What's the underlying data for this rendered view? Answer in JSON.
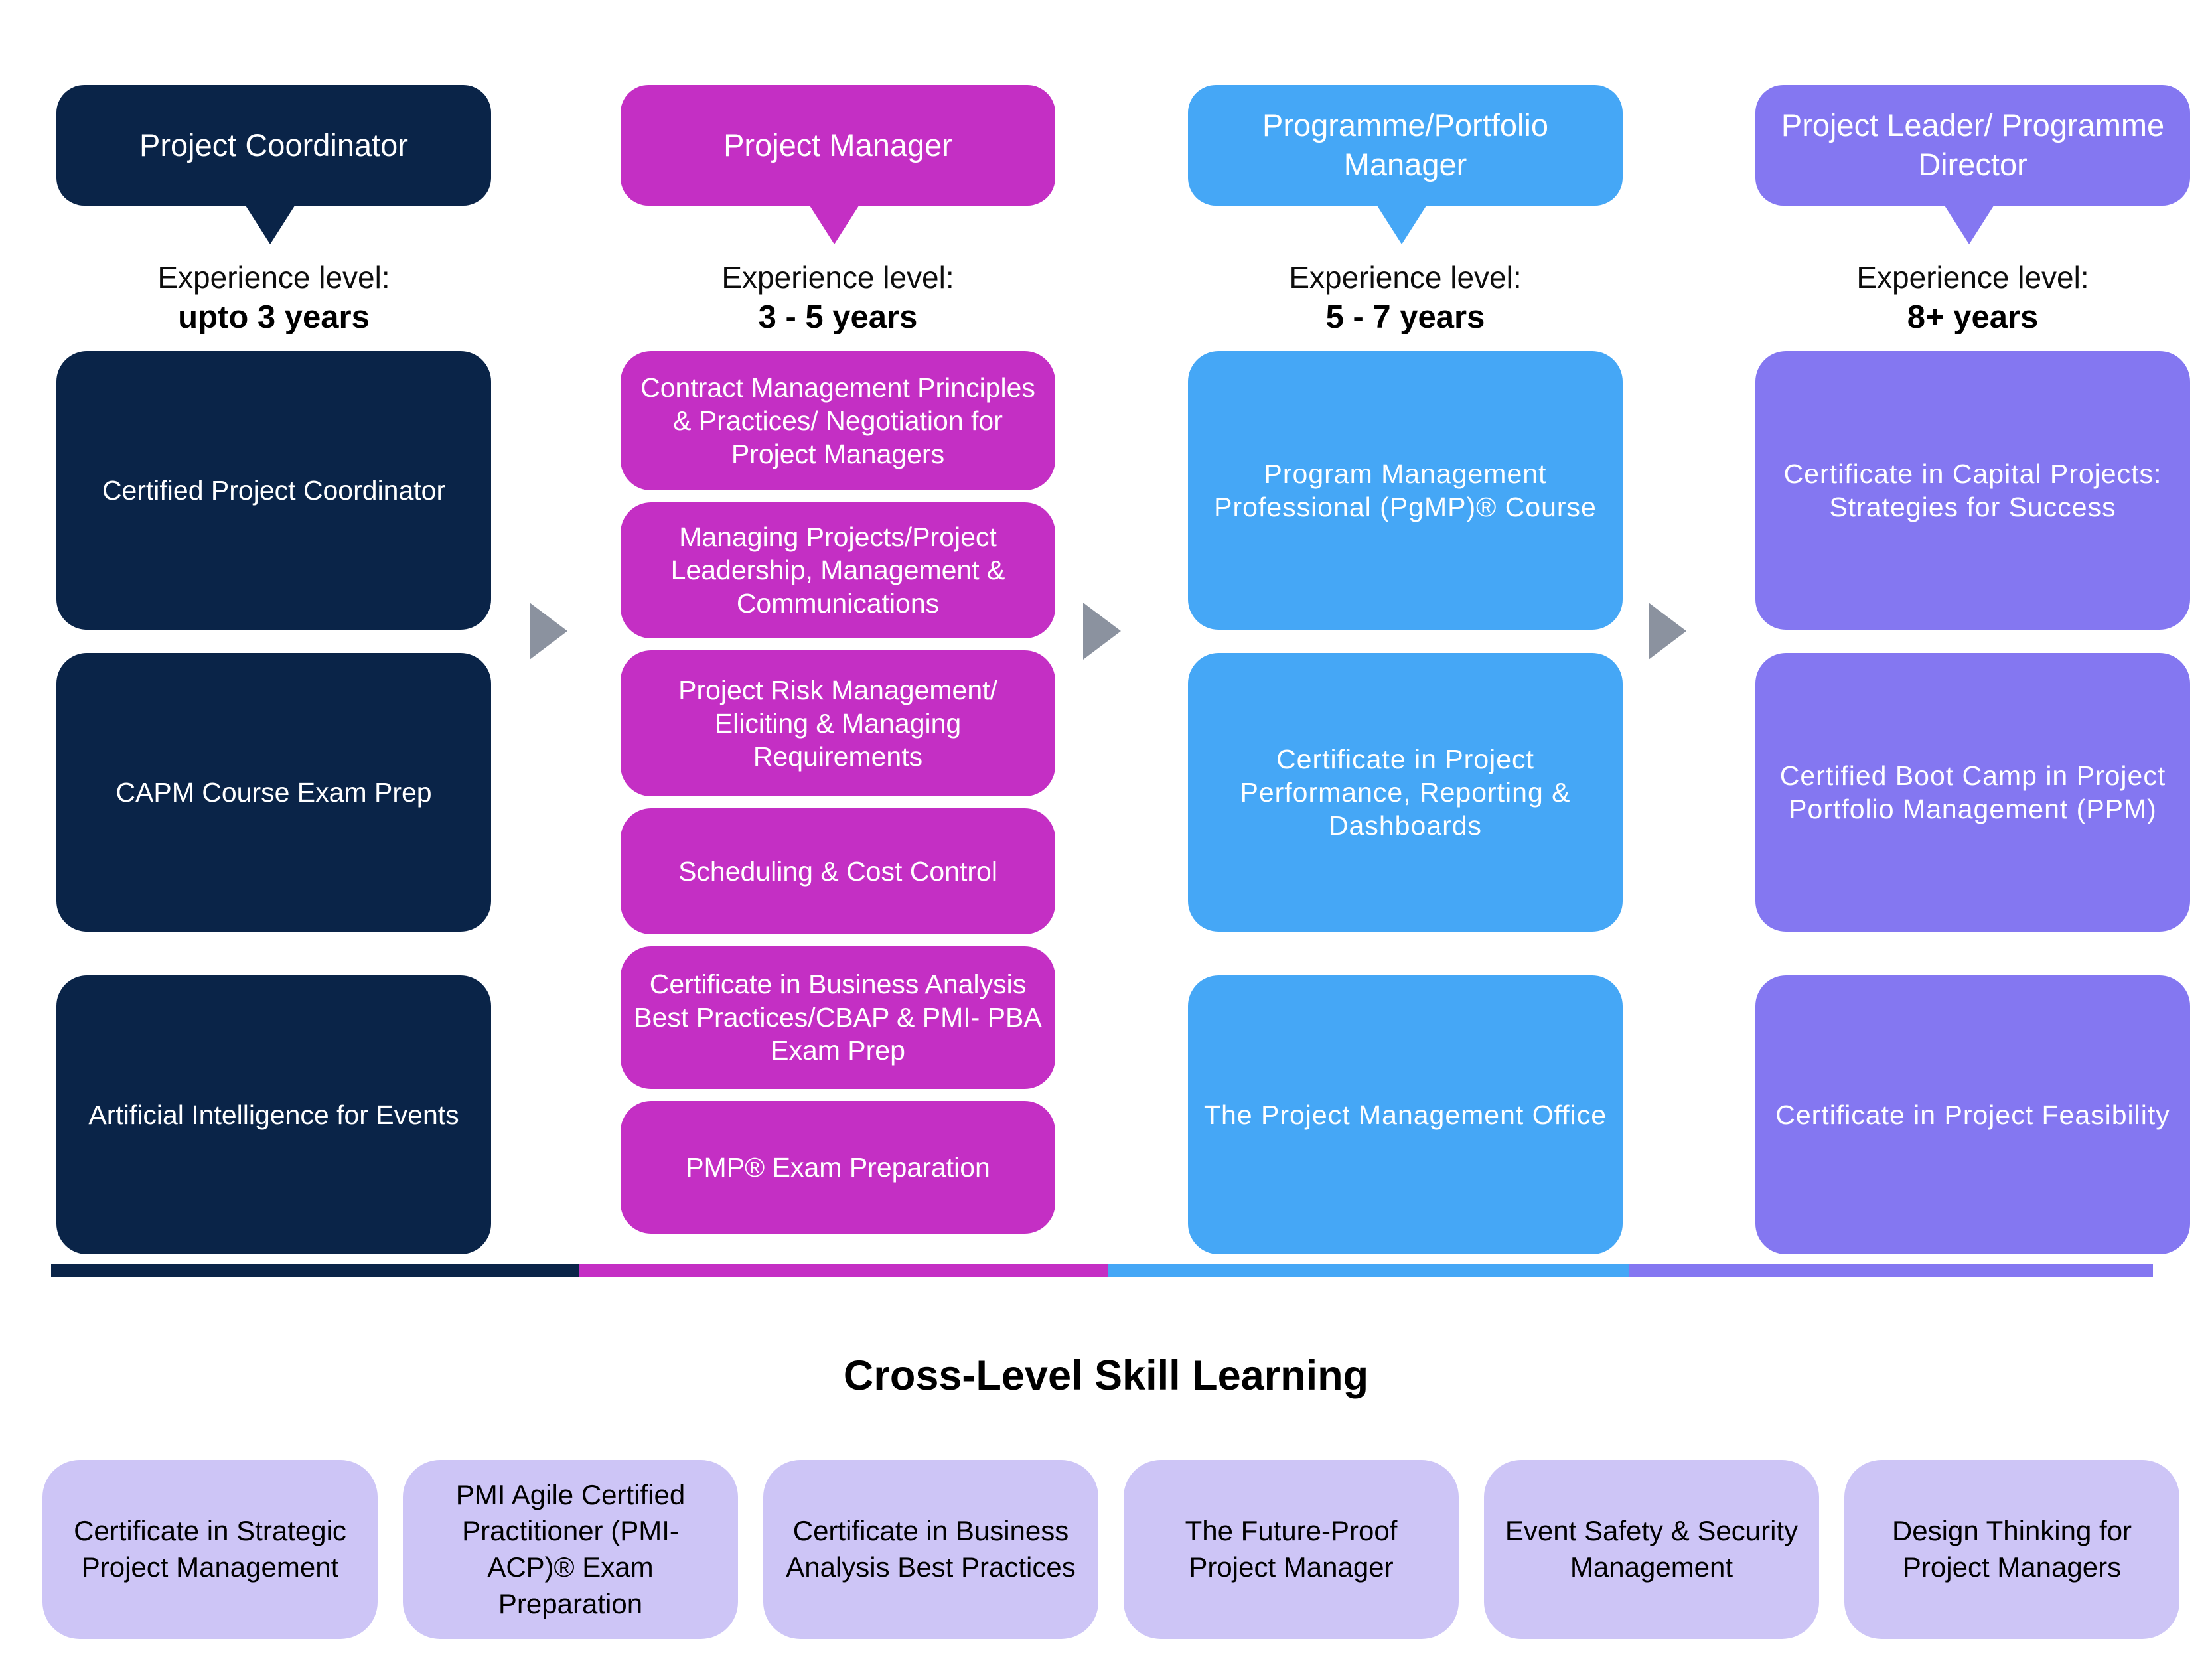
{
  "columns": [
    {
      "role": "Project Coordinator",
      "experience_label": "Experience level:",
      "experience_value": "upto 3 years",
      "color": "#0a2448",
      "courses": [
        "Certified Project Coordinator",
        "CAPM Course Exam Prep",
        "Artificial Intelligence for Events"
      ]
    },
    {
      "role": "Project Manager",
      "experience_label": "Experience level:",
      "experience_value": "3 - 5 years",
      "color": "#c42fc4",
      "courses": [
        "Contract Management Principles & Practices/ Negotiation for Project Managers",
        "Managing Projects/Project Leadership, Management & Communications",
        "Project Risk Management/ Eliciting & Managing Requirements",
        "Scheduling & Cost Control",
        "Certificate in Business Analysis Best Practices/CBAP & PMI- PBA Exam Prep",
        "PMP® Exam Preparation"
      ]
    },
    {
      "role": "Programme/Portfolio Manager",
      "experience_label": "Experience level:",
      "experience_value": "5 - 7 years",
      "color": "#45a7f6",
      "courses": [
        "Program Management Professional (PgMP)® Course",
        "Certificate in Project Performance, Reporting & Dashboards",
        "The Project Management Office"
      ]
    },
    {
      "role": "Project Leader/ Programme Director",
      "experience_label": "Experience level:",
      "experience_value": "8+ years",
      "color": "#8477f1",
      "courses": [
        "Certificate in Capital Projects: Strategies for Success",
        "Certified Boot Camp in Project Portfolio Management (PPM)",
        "Certificate in Project Feasibility"
      ]
    }
  ],
  "arrow_color": "#8b929f",
  "cross_level": {
    "title": "Cross-Level Skill Learning",
    "box_color": "#cdc5f6",
    "items": [
      "Certificate in Strategic Project Management",
      "PMI Agile Certified Practitioner (PMI-ACP)® Exam Preparation",
      "Certificate in Business Analysis Best Practices",
      "The Future-Proof Project Manager",
      "Event Safety & Security Management",
      "Design Thinking for Project Managers"
    ]
  }
}
